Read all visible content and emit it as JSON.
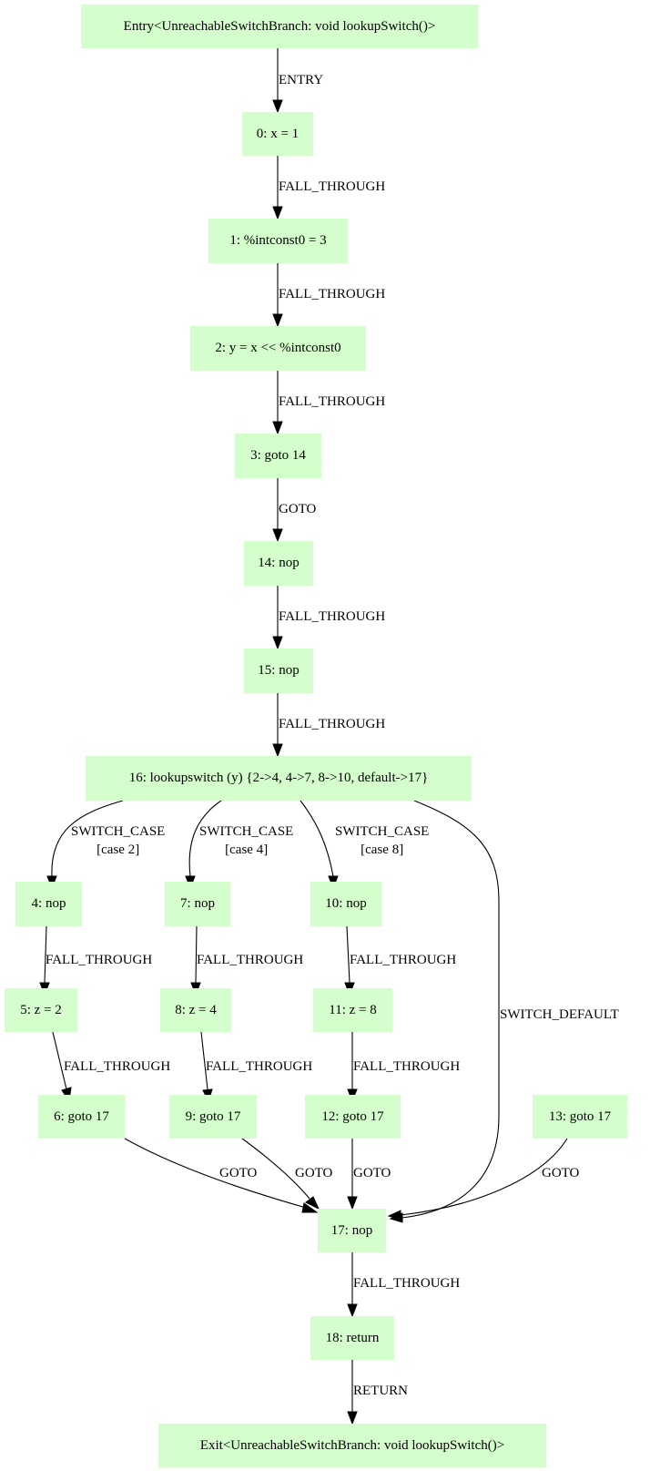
{
  "nodes": {
    "entry": "Entry<UnreachableSwitchBranch: void lookupSwitch()>",
    "n0": "0: x = 1",
    "n1": "1: %intconst0 = 3",
    "n2": "2: y = x << %intconst0",
    "n3": "3: goto 14",
    "n14": "14: nop",
    "n15": "15: nop",
    "n16": "16: lookupswitch (y) {2->4, 4->7, 8->10, default->17}",
    "n4": "4: nop",
    "n5": "5: z = 2",
    "n6": "6: goto 17",
    "n7": "7: nop",
    "n8": "8: z = 4",
    "n9": "9: goto 17",
    "n10": "10: nop",
    "n11": "11: z = 8",
    "n12": "12: goto 17",
    "n13": "13: goto 17",
    "n17": "17: nop",
    "n18": "18: return",
    "exit": "Exit<UnreachableSwitchBranch: void lookupSwitch()>"
  },
  "edges": {
    "entry_0": "ENTRY",
    "e0_1": "FALL_THROUGH",
    "e1_2": "FALL_THROUGH",
    "e2_3": "FALL_THROUGH",
    "e3_14": "GOTO",
    "e14_15": "FALL_THROUGH",
    "e15_16": "FALL_THROUGH",
    "e16_4_line1": "SWITCH_CASE",
    "e16_4_line2": "[case 2]",
    "e16_7_line1": "SWITCH_CASE",
    "e16_7_line2": "[case 4]",
    "e16_10_line1": "SWITCH_CASE",
    "e16_10_line2": "[case 8]",
    "e16_17": "SWITCH_DEFAULT",
    "e4_5": "FALL_THROUGH",
    "e5_6": "FALL_THROUGH",
    "e7_8": "FALL_THROUGH",
    "e8_9": "FALL_THROUGH",
    "e10_11": "FALL_THROUGH",
    "e11_12": "FALL_THROUGH",
    "e6_17": "GOTO",
    "e9_17": "GOTO",
    "e12_17": "GOTO",
    "e13_17": "GOTO",
    "e17_18": "FALL_THROUGH",
    "e18_exit": "RETURN"
  },
  "colors": {
    "node_fill": "#d4ffcc",
    "edge": "#000000"
  }
}
